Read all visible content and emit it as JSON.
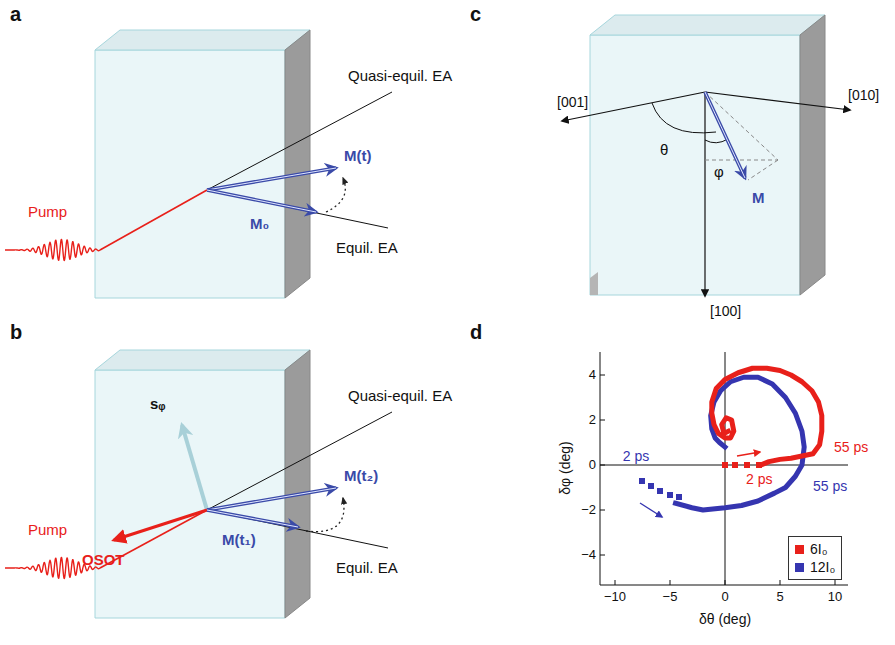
{
  "diagram": {
    "labels": [
      "a",
      "Pump",
      "Quasi-equil. EA",
      "M(t)",
      "M₀",
      "Equil. EA",
      "b",
      "Pump",
      "sᵩ",
      "OSOT",
      "Quasi-equil. EA",
      "M(t₂)",
      "M(t₁)",
      "Equil. EA",
      "c",
      "[001]",
      "[010]",
      "θ",
      "φ",
      "M",
      "[100]",
      "d",
      "4",
      "2",
      "0",
      "−2",
      "−4",
      "−10",
      "−5",
      "0",
      "5",
      "10",
      "δφ (deg)",
      "δθ (deg)",
      "55 ps",
      "2 ps",
      "2 ps",
      "55 ps"
    ],
    "legend": [
      {
        "text": "6I₀",
        "color": "#e8201a"
      },
      {
        "text": "12I₀",
        "color": "#3535b0"
      }
    ]
  }
}
